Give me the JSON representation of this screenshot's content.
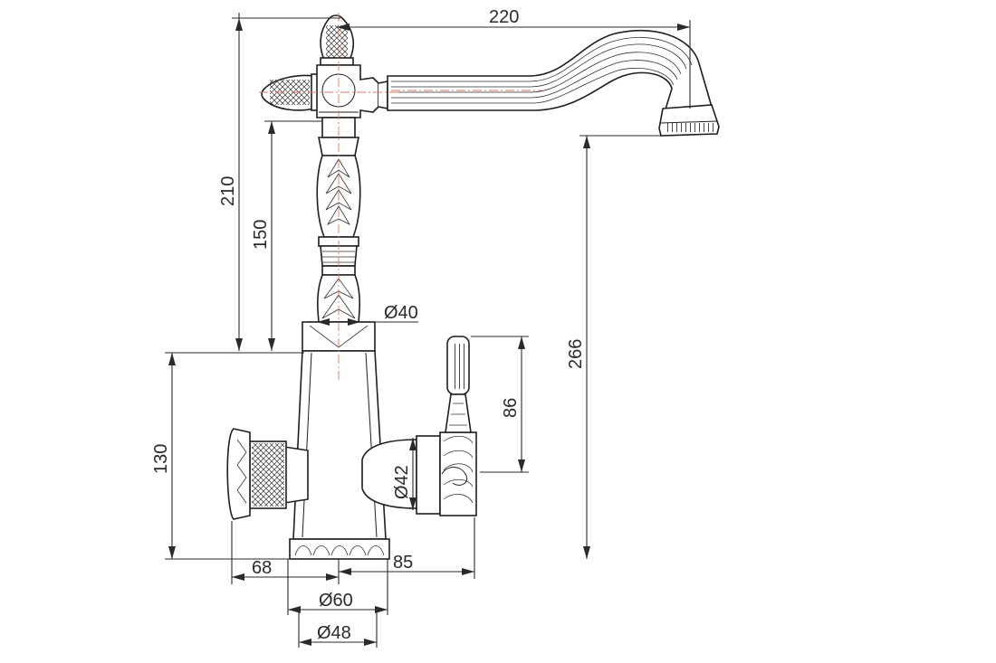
{
  "dimensions": {
    "spout_reach": "220",
    "body_height": "210",
    "column_height": "150",
    "total_height": "266",
    "column_diameter": "Ø40",
    "handle_length": "86",
    "base_height": "130",
    "handle_diameter": "Ø42",
    "left_offset": "68",
    "right_offset": "85",
    "base_diameter": "Ø60",
    "thread_diameter": "Ø48"
  },
  "colors": {
    "line": "#1e1e1e",
    "centerline": "#e07a5f",
    "background": "#ffffff"
  }
}
